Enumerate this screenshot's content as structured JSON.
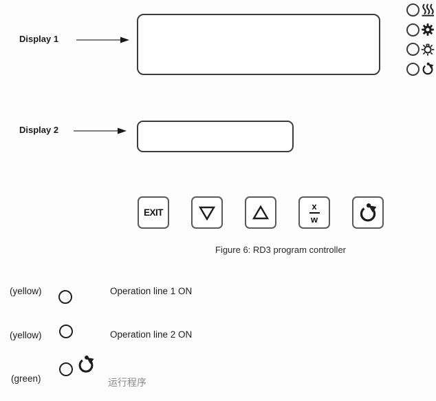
{
  "figure": {
    "caption": "Figure 6: RD3 program controller"
  },
  "displays": [
    {
      "label": "Display 1"
    },
    {
      "label": "Display 2"
    }
  ],
  "indicator_leds": [
    {
      "icon": "heating-icon"
    },
    {
      "icon": "gear-icon"
    },
    {
      "icon": "light-icon"
    },
    {
      "icon": "run-program-icon"
    }
  ],
  "keypad": {
    "exit_label": "EXIT",
    "ratio_top": "x",
    "ratio_bottom": "w",
    "keys": [
      "exit",
      "arrow-down",
      "arrow-up",
      "x-over-w",
      "run-program"
    ]
  },
  "legend": [
    {
      "color": "(yellow)",
      "text": "Operation line 1 ON"
    },
    {
      "color": "(yellow)",
      "text": "Operation line 2 ON"
    },
    {
      "color": "(green)",
      "text": "运行程序",
      "icon": "run-program-icon"
    }
  ],
  "colors": {
    "line": "#3c3c3c",
    "text": "#1f1f1f",
    "muted_text": "#8a8a8a",
    "background": "#fdfdfd"
  }
}
